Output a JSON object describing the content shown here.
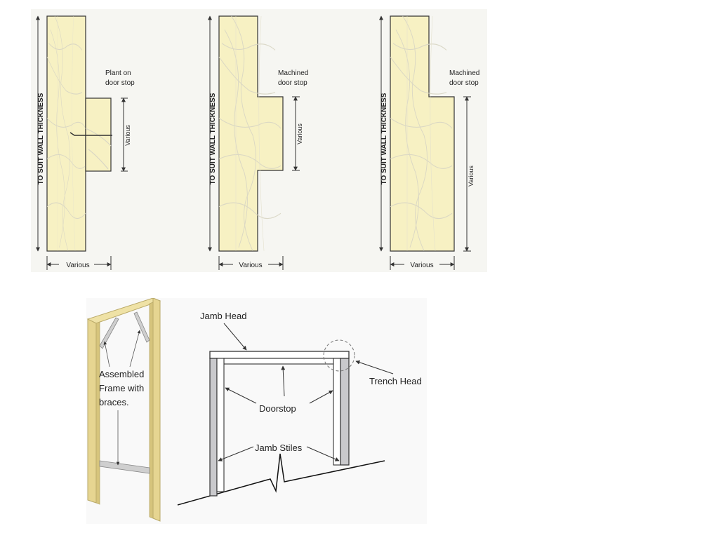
{
  "colors": {
    "timber": "#f7f1c3",
    "grain": "#d9d6c4",
    "outline": "#333333",
    "frame": "#e6d591",
    "jamb": "#c9c9cc"
  },
  "sections": [
    {
      "title": "Plant on door stop",
      "title_line1": "Plant on",
      "title_line2": "door stop",
      "vertical_dim": "Various",
      "wall_dim": "TO SUIT WALL THICKNESS",
      "width_dim": "Various"
    },
    {
      "title": "Machined door stop",
      "title_line1": "Machined",
      "title_line2": "door stop",
      "vertical_dim": "Various",
      "wall_dim": "TO SUIT WALL THICKNESS",
      "width_dim": "Various"
    },
    {
      "title": "Machined door stop",
      "title_line1": "Machined",
      "title_line2": "door stop",
      "vertical_dim": "Various",
      "wall_dim": "TO SUIT WALL THICKNESS",
      "width_dim": "Various"
    }
  ],
  "frame": {
    "caption_line1": "Assembled",
    "caption_line2": "Frame with",
    "caption_line3": "braces."
  },
  "jamb_diagram": {
    "jamb_head": "Jamb Head",
    "trench_head": "Trench Head",
    "doorstop": "Doorstop",
    "jamb_stiles": "Jamb Stiles"
  }
}
